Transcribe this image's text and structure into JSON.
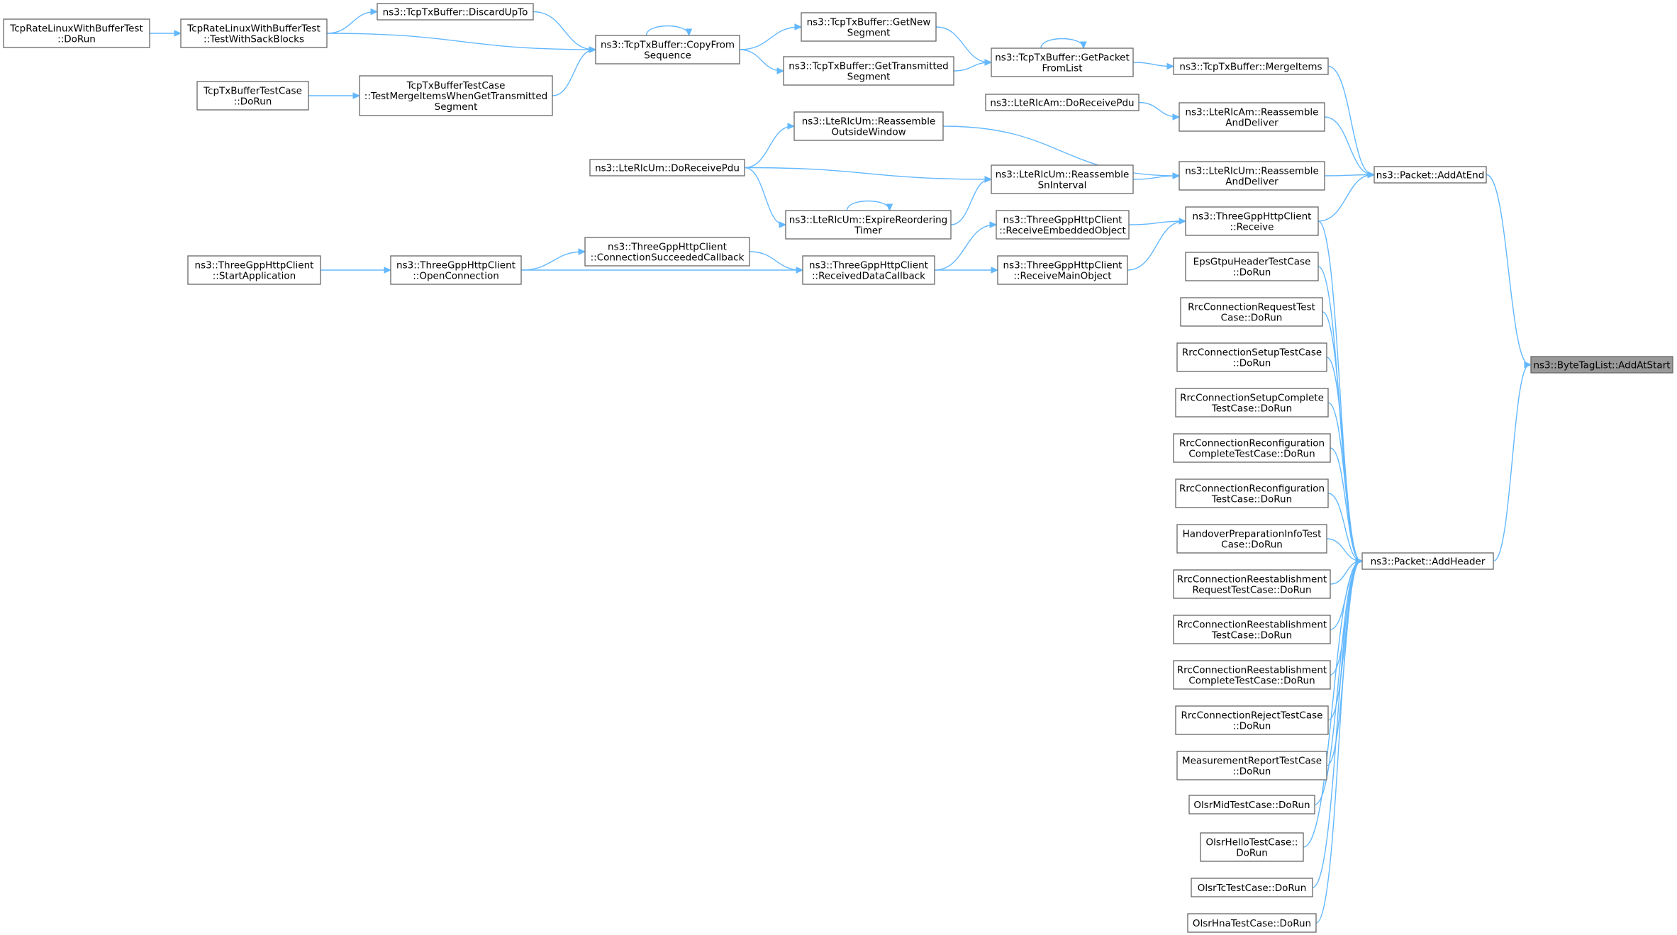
{
  "diagram": {
    "title": "",
    "colors": {
      "edge": "#63b8ff",
      "node_border": "#666666",
      "focus_fill": "#999999",
      "node_fill": "#ffffff"
    },
    "nodes": [
      {
        "id": "bytetag",
        "lines": [
          "ns3::ByteTagList::AddAtStart"
        ],
        "focus": true
      },
      {
        "id": "addatend",
        "lines": [
          "ns3::Packet::AddAtEnd"
        ]
      },
      {
        "id": "addheader",
        "lines": [
          "ns3::Packet::AddHeader"
        ]
      },
      {
        "id": "mergeitems",
        "lines": [
          "ns3::TcpTxBuffer::MergeItems"
        ]
      },
      {
        "id": "am_reasm",
        "lines": [
          "ns3::LteRlcAm::Reassemble",
          "AndDeliver"
        ]
      },
      {
        "id": "um_reasm",
        "lines": [
          "ns3::LteRlcUm::Reassemble",
          "AndDeliver"
        ]
      },
      {
        "id": "http_recv",
        "lines": [
          "ns3::ThreeGppHttpClient",
          "::Receive"
        ]
      },
      {
        "id": "eps",
        "lines": [
          "EpsGtpuHeaderTestCase",
          "::DoRun"
        ]
      },
      {
        "id": "rrc_req",
        "lines": [
          "RrcConnectionRequestTest",
          "Case::DoRun"
        ]
      },
      {
        "id": "rrc_setup",
        "lines": [
          "RrcConnectionSetupTestCase",
          "::DoRun"
        ]
      },
      {
        "id": "rrc_setup_c",
        "lines": [
          "RrcConnectionSetupComplete",
          "TestCase::DoRun"
        ]
      },
      {
        "id": "rrc_reconf_c",
        "lines": [
          "RrcConnectionReconfiguration",
          "CompleteTestCase::DoRun"
        ]
      },
      {
        "id": "rrc_reconf",
        "lines": [
          "RrcConnectionReconfiguration",
          "TestCase::DoRun"
        ]
      },
      {
        "id": "handover",
        "lines": [
          "HandoverPreparationInfoTest",
          "Case::DoRun"
        ]
      },
      {
        "id": "rrc_reest_req",
        "lines": [
          "RrcConnectionReestablishment",
          "RequestTestCase::DoRun"
        ]
      },
      {
        "id": "rrc_reest",
        "lines": [
          "RrcConnectionReestablishment",
          "TestCase::DoRun"
        ]
      },
      {
        "id": "rrc_reest_c",
        "lines": [
          "RrcConnectionReestablishment",
          "CompleteTestCase::DoRun"
        ]
      },
      {
        "id": "rrc_reject",
        "lines": [
          "RrcConnectionRejectTestCase",
          "::DoRun"
        ]
      },
      {
        "id": "meas",
        "lines": [
          "MeasurementReportTestCase",
          "::DoRun"
        ]
      },
      {
        "id": "olsr_mid",
        "lines": [
          "OlsrMidTestCase::DoRun"
        ]
      },
      {
        "id": "olsr_hello",
        "lines": [
          "OlsrHelloTestCase::",
          "DoRun"
        ]
      },
      {
        "id": "olsr_tc",
        "lines": [
          "OlsrTcTestCase::DoRun"
        ]
      },
      {
        "id": "olsr_hna",
        "lines": [
          "OlsrHnaTestCase::DoRun"
        ]
      },
      {
        "id": "getpacket",
        "lines": [
          "ns3::TcpTxBuffer::GetPacket",
          "FromList"
        ]
      },
      {
        "id": "am_dorecv",
        "lines": [
          "ns3::LteRlcAm::DoReceivePdu"
        ]
      },
      {
        "id": "um_reasm_sn",
        "lines": [
          "ns3::LteRlcUm::Reassemble",
          "SnInterval"
        ]
      },
      {
        "id": "recv_embedded",
        "lines": [
          "ns3::ThreeGppHttpClient",
          "::ReceiveEmbeddedObject"
        ]
      },
      {
        "id": "recv_main",
        "lines": [
          "ns3::ThreeGppHttpClient",
          "::ReceiveMainObject"
        ]
      },
      {
        "id": "getnew",
        "lines": [
          "ns3::TcpTxBuffer::GetNew",
          "Segment"
        ]
      },
      {
        "id": "gettrans",
        "lines": [
          "ns3::TcpTxBuffer::GetTransmitted",
          "Segment"
        ]
      },
      {
        "id": "um_outside",
        "lines": [
          "ns3::LteRlcUm::Reassemble",
          "OutsideWindow"
        ]
      },
      {
        "id": "um_expire",
        "lines": [
          "ns3::LteRlcUm::ExpireReordering",
          "Timer"
        ]
      },
      {
        "id": "recv_data_cb",
        "lines": [
          "ns3::ThreeGppHttpClient",
          "::ReceivedDataCallback"
        ]
      },
      {
        "id": "discardupto",
        "lines": [
          "ns3::TcpTxBuffer::DiscardUpTo"
        ]
      },
      {
        "id": "copyfrom",
        "lines": [
          "ns3::TcpTxBuffer::CopyFrom",
          "Sequence"
        ]
      },
      {
        "id": "um_dorecv",
        "lines": [
          "ns3::LteRlcUm::DoReceivePdu"
        ]
      },
      {
        "id": "conn_succ",
        "lines": [
          "ns3::ThreeGppHttpClient",
          "::ConnectionSucceededCallback"
        ]
      },
      {
        "id": "sack",
        "lines": [
          "TcpRateLinuxWithBufferTest",
          "::TestWithSackBlocks"
        ]
      },
      {
        "id": "merge_test",
        "lines": [
          "TcpTxBufferTestCase",
          "::TestMergeItemsWhenGetTransmitted",
          "Segment"
        ]
      },
      {
        "id": "open_conn",
        "lines": [
          "ns3::ThreeGppHttpClient",
          "::OpenConnection"
        ]
      },
      {
        "id": "rate_dorun",
        "lines": [
          "TcpRateLinuxWithBufferTest",
          "::DoRun"
        ]
      },
      {
        "id": "txbuf_dorun",
        "lines": [
          "TcpTxBufferTestCase",
          "::DoRun"
        ]
      },
      {
        "id": "start_app",
        "lines": [
          "ns3::ThreeGppHttpClient",
          "::StartApplication"
        ]
      }
    ],
    "edges": [
      [
        "addatend",
        "bytetag"
      ],
      [
        "addheader",
        "bytetag"
      ],
      [
        "mergeitems",
        "addatend"
      ],
      [
        "am_reasm",
        "addatend"
      ],
      [
        "um_reasm",
        "addatend"
      ],
      [
        "http_recv",
        "addatend"
      ],
      [
        "http_recv",
        "addheader"
      ],
      [
        "eps",
        "addheader"
      ],
      [
        "rrc_req",
        "addheader"
      ],
      [
        "rrc_setup",
        "addheader"
      ],
      [
        "rrc_setup_c",
        "addheader"
      ],
      [
        "rrc_reconf_c",
        "addheader"
      ],
      [
        "rrc_reconf",
        "addheader"
      ],
      [
        "handover",
        "addheader"
      ],
      [
        "rrc_reest_req",
        "addheader"
      ],
      [
        "rrc_reest",
        "addheader"
      ],
      [
        "rrc_reest_c",
        "addheader"
      ],
      [
        "rrc_reject",
        "addheader"
      ],
      [
        "meas",
        "addheader"
      ],
      [
        "olsr_mid",
        "addheader"
      ],
      [
        "olsr_hello",
        "addheader"
      ],
      [
        "olsr_tc",
        "addheader"
      ],
      [
        "olsr_hna",
        "addheader"
      ],
      [
        "getpacket",
        "mergeitems"
      ],
      [
        "getpacket",
        "getpacket"
      ],
      [
        "am_dorecv",
        "am_reasm"
      ],
      [
        "um_reasm_sn",
        "um_reasm"
      ],
      [
        "um_outside",
        "um_reasm"
      ],
      [
        "recv_embedded",
        "http_recv"
      ],
      [
        "recv_main",
        "http_recv"
      ],
      [
        "getnew",
        "getpacket"
      ],
      [
        "gettrans",
        "getpacket"
      ],
      [
        "um_dorecv",
        "um_reasm_sn"
      ],
      [
        "um_expire",
        "um_reasm_sn"
      ],
      [
        "recv_data_cb",
        "recv_embedded"
      ],
      [
        "recv_data_cb",
        "recv_main"
      ],
      [
        "copyfrom",
        "getnew"
      ],
      [
        "copyfrom",
        "gettrans"
      ],
      [
        "copyfrom",
        "copyfrom"
      ],
      [
        "um_dorecv",
        "um_outside"
      ],
      [
        "um_dorecv",
        "um_expire"
      ],
      [
        "um_expire",
        "um_expire"
      ],
      [
        "conn_succ",
        "recv_data_cb"
      ],
      [
        "open_conn",
        "recv_data_cb"
      ],
      [
        "discardupto",
        "copyfrom"
      ],
      [
        "sack",
        "copyfrom"
      ],
      [
        "merge_test",
        "copyfrom"
      ],
      [
        "sack",
        "discardupto"
      ],
      [
        "rate_dorun",
        "sack"
      ],
      [
        "txbuf_dorun",
        "merge_test"
      ],
      [
        "open_conn",
        "conn_succ"
      ],
      [
        "start_app",
        "open_conn"
      ]
    ]
  }
}
